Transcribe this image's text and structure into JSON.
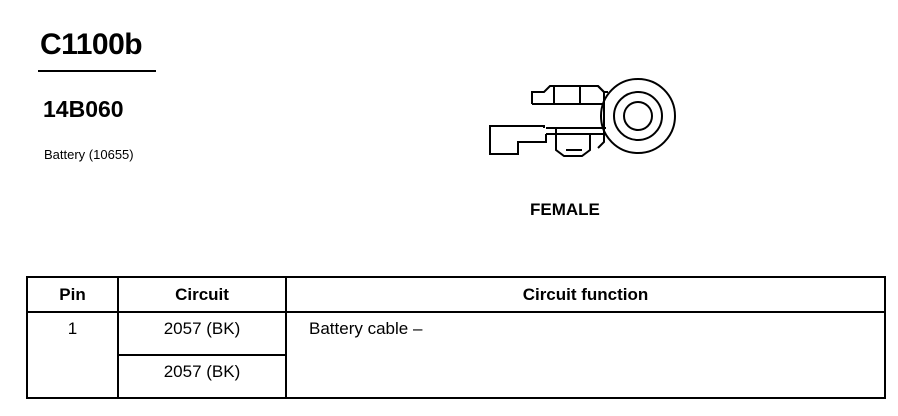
{
  "header": {
    "connector_id": "C1100b",
    "part_number": "14B060",
    "component": "Battery (10655)"
  },
  "connector": {
    "gender": "FEMALE",
    "icon": "ring-terminal-icon"
  },
  "pin_table": {
    "columns": [
      "Pin",
      "Circuit",
      "Circuit function"
    ],
    "rows": [
      {
        "pin": "1",
        "circuits": [
          "2057 (BK)",
          "2057 (BK)"
        ],
        "function": "Battery cable –"
      }
    ]
  }
}
